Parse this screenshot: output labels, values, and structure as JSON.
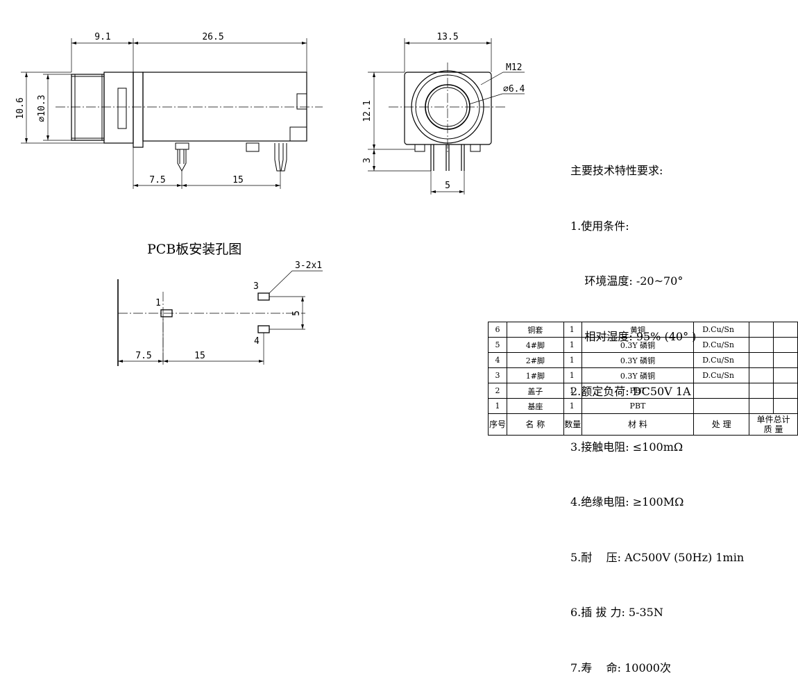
{
  "side_view": {
    "dim_front": "9.1",
    "dim_body": "26.5",
    "dim_height": "10.6",
    "dim_dia": "⌀10.3",
    "dim_pin1": "7.5",
    "dim_pin_span": "15"
  },
  "front_view": {
    "dim_width": "13.5",
    "dim_height": "12.1",
    "dim_pin_len": "3",
    "dim_pin_pitch": "5",
    "thread": "M12",
    "inner_dia": "⌀6.4"
  },
  "pcb": {
    "title": "PCB板安装孔图",
    "hole_spec": "3-2x1",
    "hole_1": "1",
    "hole_3": "3",
    "hole_4": "4",
    "dim_x1": "7.5",
    "dim_x2": "15",
    "dim_y": "5"
  },
  "requirements": {
    "heading": "主要技术特性要求:",
    "lines": [
      "1.使用条件:",
      "    环境温度: -20~70°",
      "    相对湿度: 95% (40° )",
      "2.额定负荷: DC50V 1A",
      "3.接触电阻: ≤100mΩ",
      "4.绝缘电阻: ≥100MΩ",
      "5.耐    压: AC500V (50Hz) 1min",
      "6.插 拔 力: 5-35N",
      "7.寿    命: 10000次"
    ]
  },
  "bom": {
    "rows": [
      {
        "no": "6",
        "name": "铜套",
        "qty": "1",
        "material": "黄铜",
        "finish": "D.Cu/Sn"
      },
      {
        "no": "5",
        "name": "4#脚",
        "qty": "1",
        "material": "0.3Y 磷铜",
        "finish": "D.Cu/Sn"
      },
      {
        "no": "4",
        "name": "2#脚",
        "qty": "1",
        "material": "0.3Y 磷铜",
        "finish": "D.Cu/Sn"
      },
      {
        "no": "3",
        "name": "1#脚",
        "qty": "1",
        "material": "0.3Y 磷铜",
        "finish": "D.Cu/Sn"
      },
      {
        "no": "2",
        "name": "盖子",
        "qty": "1",
        "material": "PBT",
        "finish": ""
      },
      {
        "no": "1",
        "name": "基座",
        "qty": "1",
        "material": "PBT",
        "finish": ""
      }
    ],
    "header": {
      "no": "序号",
      "name": "名  称",
      "qty": "数量",
      "material": "材    料",
      "finish": "处    理",
      "unit_weight": "单件",
      "total_weight": "总计",
      "weight": "质  量"
    }
  }
}
